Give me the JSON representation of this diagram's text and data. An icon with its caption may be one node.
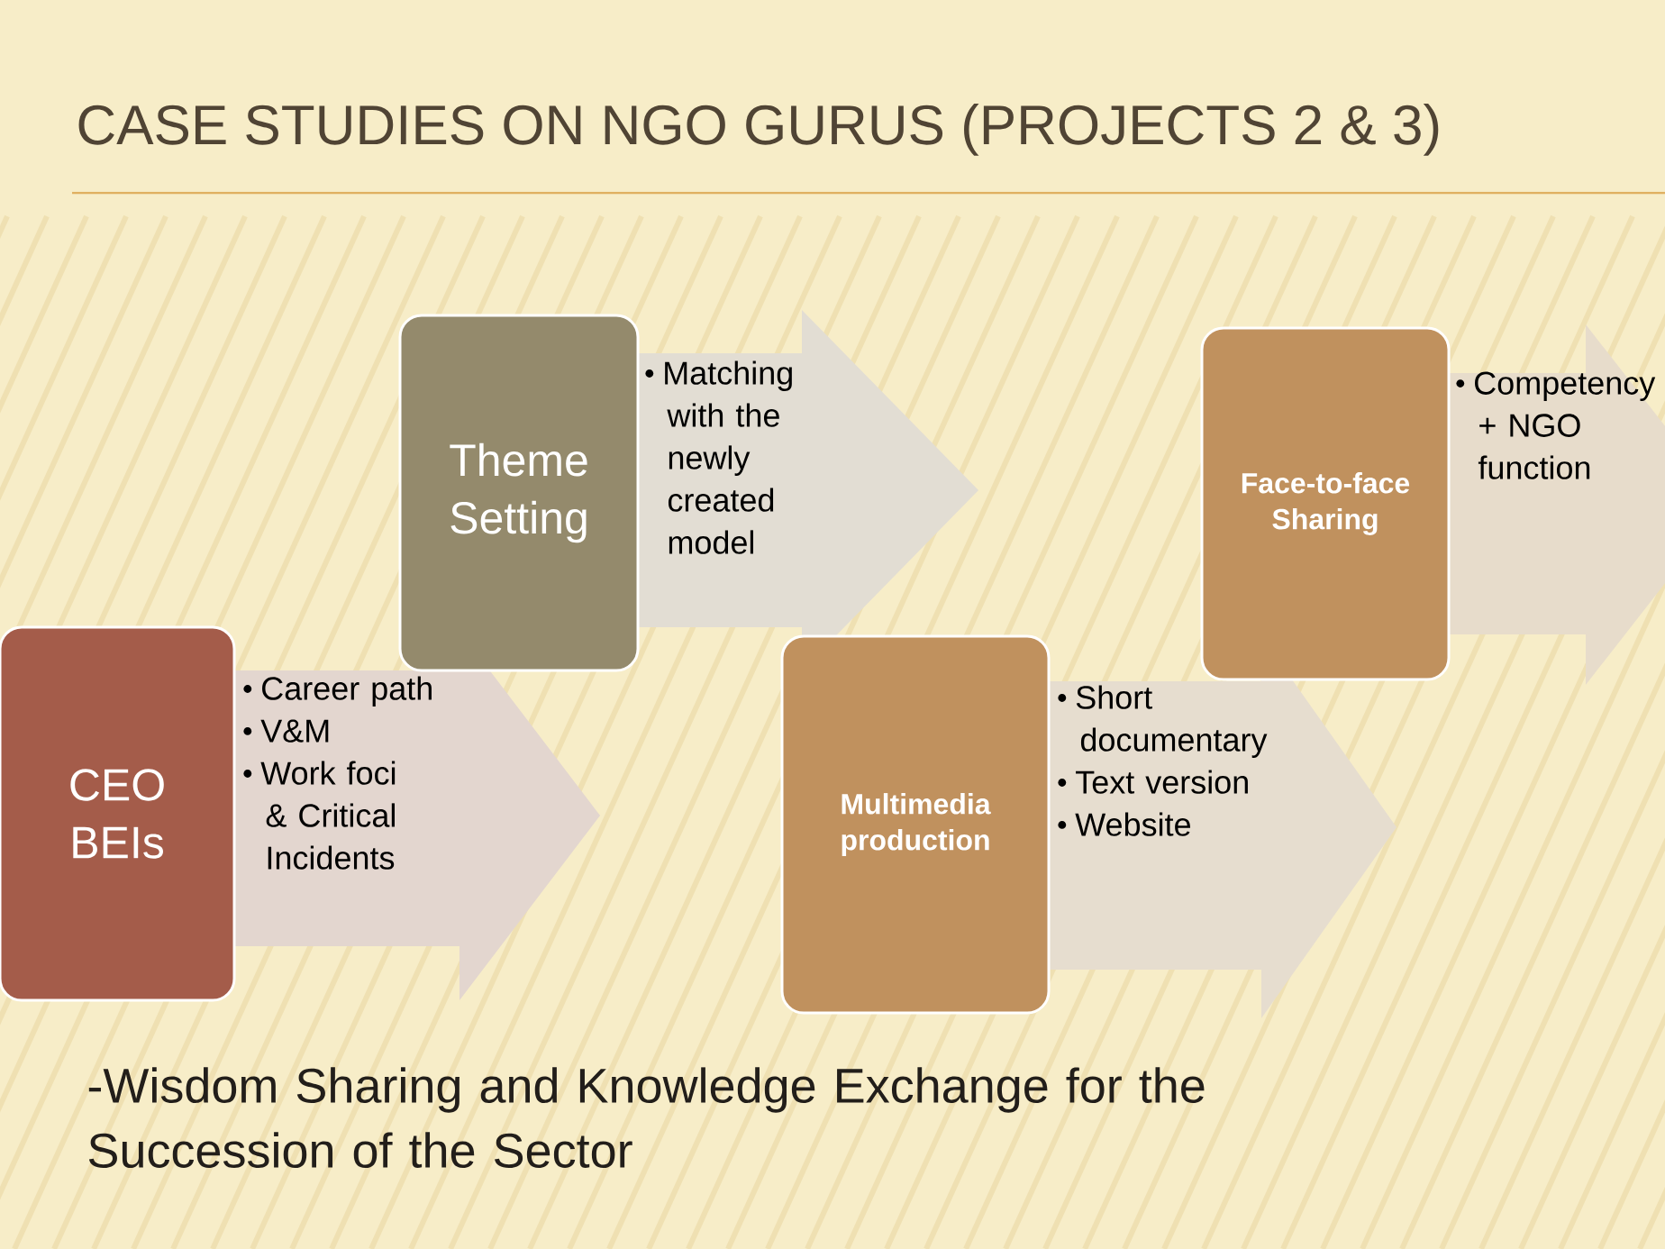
{
  "diagram": {
    "title": "CASE STUDIES ON NGO GURUS (PROJECTS 2 & 3)",
    "nodes": [
      {
        "text": [
          "CEO BEIs"
        ]
      },
      {
        "text": [
          "Career path",
          "V&M",
          "Work foci & Critical Incidents"
        ]
      },
      {
        "text": [
          "Theme Setting"
        ]
      },
      {
        "text": [
          "Matching with the newly created model"
        ]
      },
      {
        "text": [
          "Multimedia production"
        ]
      },
      {
        "text": [
          "Short documentary",
          "Text version",
          "Website"
        ]
      },
      {
        "text": [
          "Face-to-face Sharing"
        ]
      },
      {
        "text": [
          "Competency + NGO function"
        ]
      }
    ],
    "labels": [
      "-Wisdom Sharing and Knowledge Exchange for the Succession of the Sector"
    ]
  }
}
